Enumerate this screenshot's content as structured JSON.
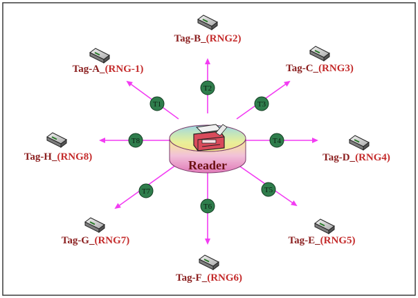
{
  "colors": {
    "link": "#f23cf2",
    "tag_text": "#c42b2b",
    "tag_text_dark": "#8b1f1f",
    "t_node": "#2f7d4c",
    "reader_text": "#6b1212",
    "frame": "#3a3a3a"
  },
  "reader": {
    "label": "Reader",
    "icon": "printer-icon"
  },
  "tags": [
    {
      "id": "A",
      "name": "Tag-A_",
      "rng": "(RNG-1)",
      "link": "T1",
      "icon": "tag-device-icon"
    },
    {
      "id": "B",
      "name": "Tag-B_",
      "rng": "(RNG2)",
      "link": "T2",
      "icon": "tag-device-icon"
    },
    {
      "id": "C",
      "name": "Tag-C_",
      "rng": "(RNG3)",
      "link": "T3",
      "icon": "tag-device-icon"
    },
    {
      "id": "D",
      "name": "Tag-D_",
      "rng": "(RNG4)",
      "link": "T4",
      "icon": "tag-device-icon"
    },
    {
      "id": "E",
      "name": "Tag-E_",
      "rng": "(RNG5)",
      "link": "T5",
      "icon": "tag-device-icon"
    },
    {
      "id": "F",
      "name": "Tag-F_",
      "rng": "(RNG6)",
      "link": "T6",
      "icon": "tag-device-icon"
    },
    {
      "id": "G",
      "name": "Tag-G_",
      "rng": "(RNG7)",
      "link": "T7",
      "icon": "tag-device-icon"
    },
    {
      "id": "H",
      "name": "Tag-H_",
      "rng": "(RNG8)",
      "link": "T8",
      "icon": "tag-device-icon"
    }
  ]
}
